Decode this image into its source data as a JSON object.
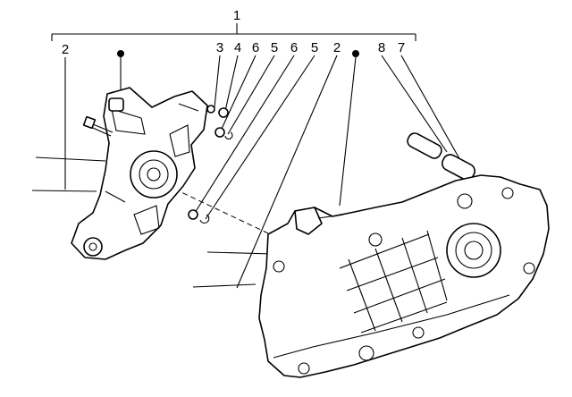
{
  "callouts": [
    {
      "id": "c1",
      "text": "1"
    },
    {
      "id": "c2a",
      "text": "2"
    },
    {
      "id": "c3",
      "text": "3"
    },
    {
      "id": "c4",
      "text": "4"
    },
    {
      "id": "c6a",
      "text": "6"
    },
    {
      "id": "c5a",
      "text": "5"
    },
    {
      "id": "c6b",
      "text": "6"
    },
    {
      "id": "c5b",
      "text": "5"
    },
    {
      "id": "c2b",
      "text": "2"
    },
    {
      "id": "c8",
      "text": "8"
    },
    {
      "id": "c7",
      "text": "7"
    }
  ],
  "colors": {
    "ink": "#000000",
    "paper": "#ffffff"
  }
}
